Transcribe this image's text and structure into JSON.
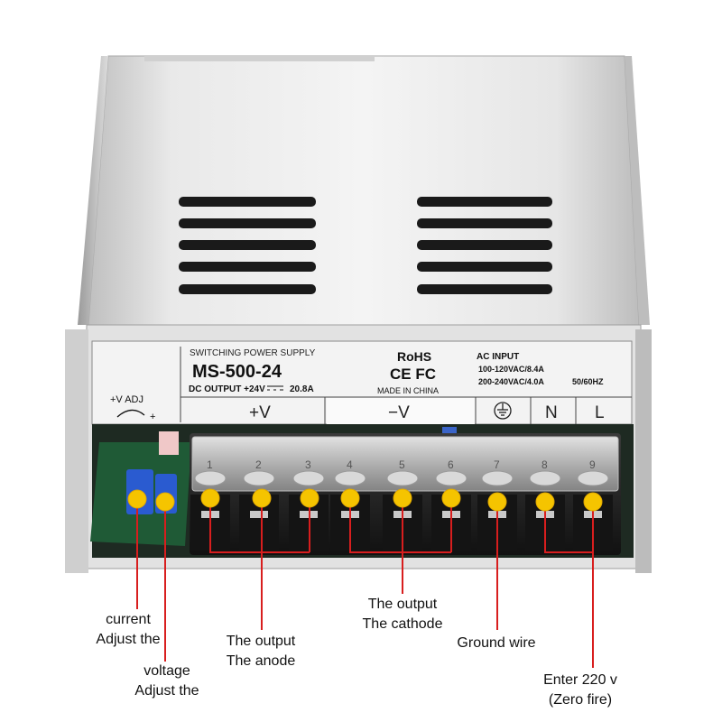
{
  "product": {
    "type_label": "SWITCHING POWER SUPPLY",
    "model": "MS-500-24",
    "dc_output_prefix": "DC OUTPUT +24V",
    "dc_output_current": "20.8A",
    "rohs": "RoHS",
    "cert_marks": "CE FC",
    "made_in": "MADE IN CHINA",
    "ac_input_title": "AC INPUT",
    "ac_input_1": "100-120VAC/8.4A",
    "ac_input_2": "200-240VAC/4.0A",
    "ac_freq": "50/60HZ",
    "adj_label": "+V ADJ",
    "adj_plus": "+"
  },
  "terminal_row": {
    "labels": [
      "+V",
      "−V",
      "N",
      "L"
    ],
    "ground_icon": "ground-icon",
    "numbers": [
      "1",
      "2",
      "3",
      "4",
      "5",
      "6",
      "7",
      "8",
      "9"
    ]
  },
  "callouts": {
    "current": {
      "line1": "current",
      "line2": "Adjust the"
    },
    "voltage": {
      "line1": "voltage",
      "line2": "Adjust the"
    },
    "anode": {
      "line1": "The output",
      "line2": "The anode"
    },
    "cathode": {
      "line1": "The output",
      "line2": "The cathode"
    },
    "ground": {
      "line1": "Ground wire"
    },
    "ac_in": {
      "line1": "Enter 220 v",
      "line2": "(Zero fire)"
    }
  },
  "colors": {
    "marker": "#f5c400",
    "leader": "#d81e1e",
    "case": "#d9d9d9",
    "terminal_block": "#1c1c1c"
  }
}
